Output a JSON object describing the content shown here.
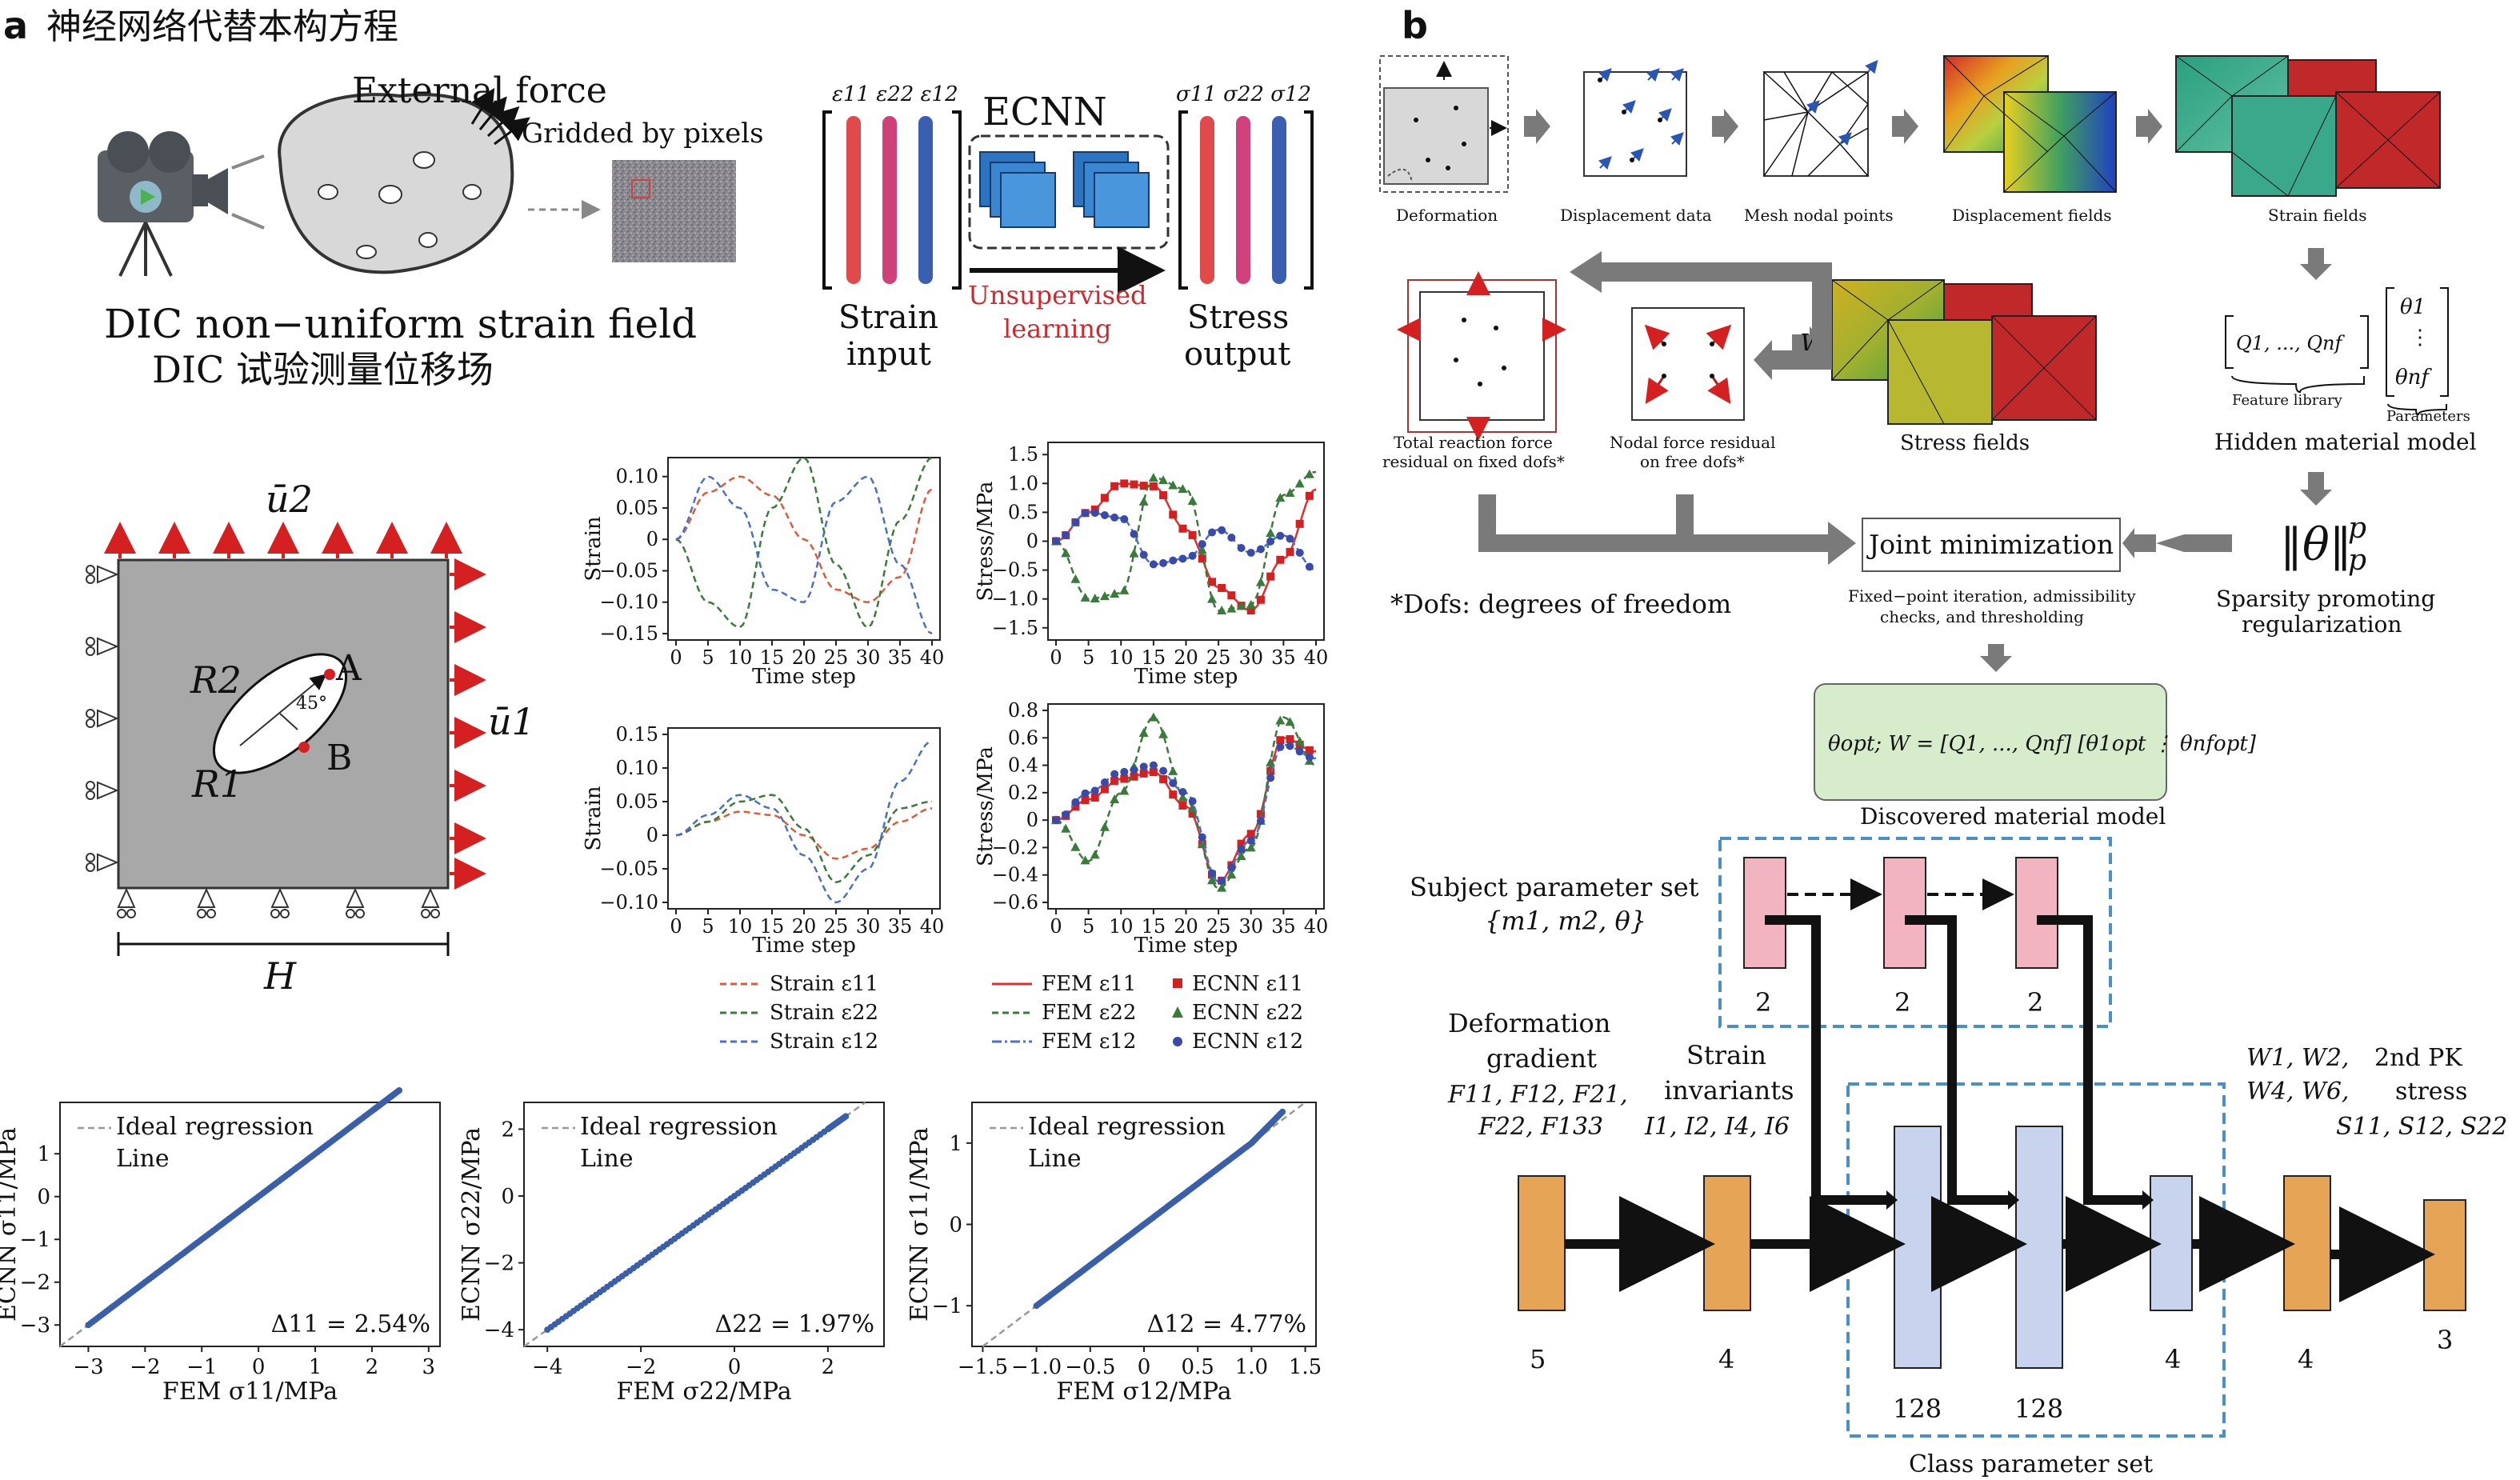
{
  "panel_a": {
    "letter": "a",
    "title": "神经网络代替本构方程",
    "top": {
      "external_force": "External force",
      "gridded": "Gridded by pixels",
      "dic_line1": "DIC  non−uniform strain field",
      "dic_line2": "DIC 试验测量位移场",
      "ecnn": "ECNN",
      "strain_header": "ε11 ε22 ε12",
      "stress_header": "σ11 σ22 σ12",
      "strain_input_1": "Strain",
      "strain_input_2": "input",
      "unsup_1": "Unsupervised",
      "unsup_2": "learning",
      "stress_output_1": "Stress",
      "stress_output_2": "output",
      "colors": {
        "red": "#e04a4a",
        "magenta": "#d0407a",
        "blue": "#3a5fb0",
        "unsup": "#d0282f"
      }
    },
    "plate": {
      "u2": "ū2",
      "u1": "ū1",
      "R1": "R1",
      "R2": "R2",
      "A": "A",
      "B": "B",
      "angle": "45°",
      "H": "H",
      "arrow_color": "#d42020",
      "plate_color": "#a8a8a8"
    },
    "legend_strain": [
      "Strain ε11",
      "Strain ε22",
      "Strain ε12"
    ],
    "legend_fem": [
      "FEM ε11",
      "FEM ε22",
      "FEM ε12"
    ],
    "legend_ecnn": [
      "ECNN ε11",
      "ECNN ε22",
      "ECNN ε12"
    ],
    "scatter_delta": [
      "Δ11 = 2.54%",
      "Δ22 = 1.97%",
      "Δ12 = 4.77%"
    ],
    "ideal_1": "Ideal regression",
    "ideal_2": "Line"
  },
  "panel_b": {
    "letter": "b",
    "deformation": "Deformation",
    "displacement_data": "Displacement data",
    "mesh_nodal": "Mesh nodal points",
    "displacement_fields": "Displacement fields",
    "strain_fields": "Strain fields",
    "total_reaction_1": "Total reaction force",
    "total_reaction_2": "residual on fixed dofs*",
    "nodal_force_1": "Nodal force residual",
    "nodal_force_2": "on free dofs*",
    "stress_fields": "Stress fields",
    "W": "W",
    "feature_vec": "Q1, ..., Qnf",
    "feature_library": "Feature library",
    "theta_top": "θ1",
    "theta_dots": "⋮",
    "theta_bot": "θnf",
    "parameters": "Parameters",
    "hidden_model": "Hidden material model",
    "dofs_note": "*Dofs: degrees of freedom",
    "joint": "Joint minimization",
    "joint_sub_1": "Fixed−point iteration, admissibility",
    "joint_sub_2": "checks, and thresholding",
    "norm": "‖θ‖",
    "norm_p": "p",
    "sparsity_1": "Sparsity promoting",
    "sparsity_2": "regularization",
    "discovered_eq": "θopt; W = [Q1, ..., Qnf] [θ1opt ⋮ θnfopt]",
    "discovered": "Discovered material model",
    "subject_1": "Subject parameter set",
    "subject_2": "{m1, m2, θ}",
    "deform_grad_1": "Deformation",
    "deform_grad_2": "gradient",
    "deform_grad_3": "F11, F12, F21,",
    "deform_grad_4": "F22, F133",
    "strain_inv_1": "Strain",
    "strain_inv_2": "invariants",
    "strain_inv_3": "I1, I2, I4, I6",
    "out_w_1": "W1, W2,",
    "out_w_2": "W4, W6,",
    "pk_1": "2nd PK",
    "pk_2": "stress",
    "pk_3": "S11, S12, S22",
    "class_set": "Class parameter set",
    "node_labels": [
      "2",
      "2",
      "2",
      "5",
      "4",
      "128",
      "128",
      "4",
      "4",
      "3"
    ],
    "colors": {
      "orange": "#e6a456",
      "pink": "#f2b4c0",
      "lightblue": "#c8d4ee",
      "green": "#d6eccb",
      "gray": "#7a7a7a",
      "dash": "#4a90c8"
    }
  },
  "chart_data": [
    {
      "type": "line",
      "xlabel": "Time step",
      "ylabel": "Strain",
      "ylim": [
        -0.15,
        0.12
      ],
      "yticks": [
        "0.10",
        "0.05",
        "0",
        "−0.05",
        "−0.10",
        "−0.15"
      ],
      "x": [
        0,
        5,
        10,
        15,
        20,
        25,
        30,
        35,
        40
      ],
      "series": [
        {
          "name": "Strain ε11",
          "values": [
            0,
            0.075,
            0.1,
            0.07,
            0,
            -0.08,
            -0.1,
            -0.06,
            0.08
          ]
        },
        {
          "name": "Strain ε22",
          "values": [
            0,
            -0.1,
            -0.14,
            0.05,
            0.13,
            -0.04,
            -0.14,
            0.03,
            0.13
          ]
        },
        {
          "name": "Strain ε12",
          "values": [
            0,
            0.1,
            0.05,
            -0.08,
            -0.1,
            0.06,
            0.1,
            -0.04,
            -0.15
          ]
        }
      ]
    },
    {
      "type": "line",
      "xlabel": "Time step",
      "ylabel": "Stress/MPa",
      "ylim": [
        -1.6,
        1.6
      ],
      "yticks": [
        "1.5",
        "1.0",
        "0.5",
        "0",
        "−0.5",
        "−1.0",
        "−1.5"
      ],
      "x": [
        0,
        5,
        10,
        15,
        20,
        25,
        30,
        35,
        40
      ],
      "series": [
        {
          "name": "ECNN ε11",
          "values": [
            0,
            0.5,
            1.0,
            0.95,
            0.2,
            -0.8,
            -1.2,
            -0.3,
            0.9
          ]
        },
        {
          "name": "ECNN ε22",
          "values": [
            0,
            -1.0,
            -0.9,
            1.1,
            0.9,
            -1.2,
            -1.1,
            0.8,
            1.2
          ]
        },
        {
          "name": "ECNN ε12",
          "values": [
            0,
            0.5,
            0.4,
            -0.4,
            -0.3,
            0.2,
            -0.2,
            0.1,
            -0.5
          ]
        }
      ]
    },
    {
      "type": "line",
      "xlabel": "Time step",
      "ylabel": "Strain",
      "ylim": [
        -0.1,
        0.15
      ],
      "yticks": [
        "0.15",
        "0.10",
        "0.05",
        "0",
        "−0.05",
        "−0.10"
      ],
      "x": [
        0,
        5,
        10,
        15,
        20,
        25,
        30,
        35,
        40
      ],
      "series": [
        {
          "name": "Strain ε11",
          "values": [
            0,
            0.02,
            0.035,
            0.03,
            0.0,
            -0.035,
            -0.02,
            0.02,
            0.04
          ]
        },
        {
          "name": "Strain ε22",
          "values": [
            0,
            0.02,
            0.05,
            0.06,
            0.01,
            -0.07,
            -0.03,
            0.04,
            0.05
          ]
        },
        {
          "name": "Strain ε12",
          "values": [
            0,
            0.03,
            0.06,
            0.04,
            -0.03,
            -0.1,
            -0.05,
            0.08,
            0.14
          ]
        }
      ]
    },
    {
      "type": "line",
      "xlabel": "Time step",
      "ylabel": "Stress/MPa",
      "ylim": [
        -0.6,
        0.8
      ],
      "yticks": [
        "0.8",
        "0.6",
        "0.4",
        "0.2",
        "0",
        "−0.2",
        "−0.4",
        "−0.6"
      ],
      "x": [
        0,
        5,
        10,
        15,
        20,
        25,
        30,
        35,
        40
      ],
      "series": [
        {
          "name": "ECNN ε11",
          "values": [
            0,
            0.15,
            0.3,
            0.35,
            0.1,
            -0.45,
            -0.1,
            0.6,
            0.5
          ]
        },
        {
          "name": "ECNN ε22",
          "values": [
            0,
            -0.3,
            0.2,
            0.75,
            0.15,
            -0.5,
            -0.2,
            0.75,
            0.4
          ]
        },
        {
          "name": "ECNN ε12",
          "values": [
            0,
            0.2,
            0.35,
            0.4,
            0.2,
            -0.45,
            -0.15,
            0.55,
            0.45
          ]
        }
      ]
    },
    {
      "type": "scatter",
      "xlabel": "FEM σ11/MPa",
      "ylabel": "ECNN σ11/MPa",
      "xlim": [
        -3.5,
        3.2
      ],
      "ylim": [
        -3.5,
        2.2
      ],
      "xticks": [
        "−3",
        "−2",
        "−1",
        "0",
        "1",
        "2",
        "3"
      ],
      "yticks": [
        "1",
        "0",
        "−1",
        "−2",
        "−3"
      ],
      "series": [
        {
          "name": "",
          "x": [
            -3,
            -2,
            -1,
            0,
            1,
            2,
            2.5
          ],
          "y": [
            -3,
            -2,
            -1,
            0,
            1,
            2,
            2.5
          ]
        }
      ]
    },
    {
      "type": "scatter",
      "xlabel": "FEM σ22/MPa",
      "ylabel": "ECNN σ22/MPa",
      "xlim": [
        -4.5,
        3.2
      ],
      "ylim": [
        -4.5,
        2.8
      ],
      "xticks": [
        "−4",
        "−2",
        "0",
        "2"
      ],
      "yticks": [
        "2",
        "0",
        "−2",
        "−4"
      ],
      "series": [
        {
          "name": "",
          "x": [
            -4,
            -2,
            0,
            2,
            2.4
          ],
          "y": [
            -4,
            -2,
            0,
            2,
            2.4
          ]
        }
      ]
    },
    {
      "type": "scatter",
      "xlabel": "FEM σ12/MPa",
      "ylabel": "ECNN σ11/MPa",
      "xlim": [
        -1.6,
        1.6
      ],
      "ylim": [
        -1.5,
        1.5
      ],
      "xticks": [
        "−1.5",
        "−1.0",
        "−0.5",
        "0",
        "0.5",
        "1.0",
        "1.5"
      ],
      "yticks": [
        "1",
        "0",
        "−1"
      ],
      "series": [
        {
          "name": "",
          "x": [
            -1.0,
            -0.5,
            0,
            0.5,
            1.0,
            1.3
          ],
          "y": [
            -1.0,
            -0.5,
            0,
            0.5,
            1.0,
            1.4
          ]
        }
      ]
    }
  ]
}
